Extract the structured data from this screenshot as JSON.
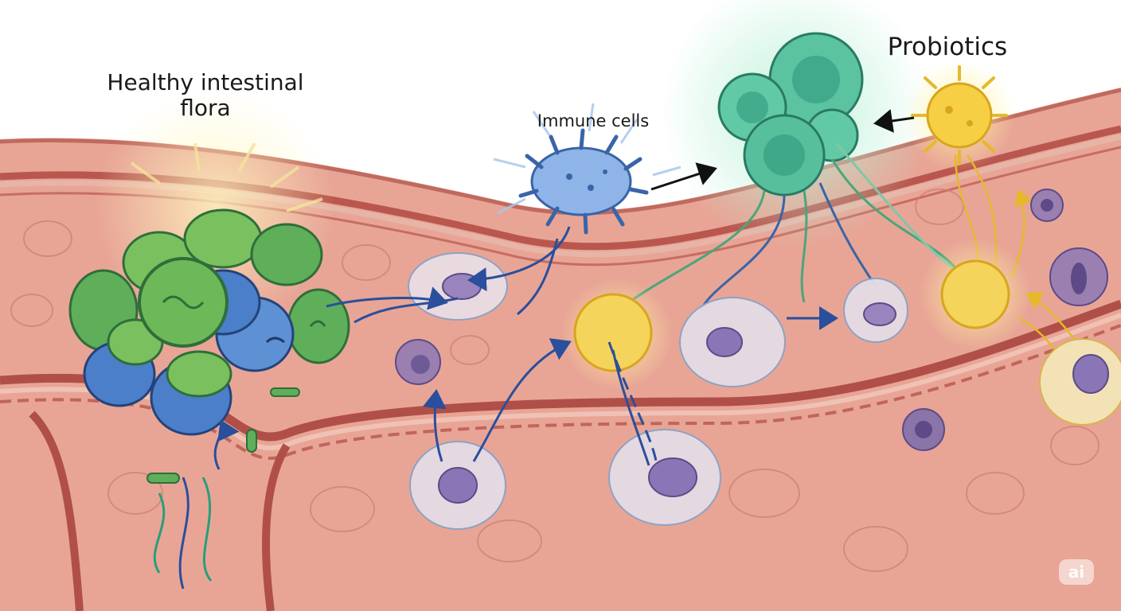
{
  "labels": {
    "flora_line1": "Healthy intestinal",
    "flora_line2": "flora",
    "immune": "Immune cells",
    "probiotics": "Probiotics"
  },
  "watermark": "ai",
  "colors": {
    "tissue": "#e49a8c",
    "tissue_dark": "#b95b52",
    "bacteria_green": "#6fbf5a",
    "bacteria_blue": "#4c7fc9",
    "immune_cell_blue": "#7aa5e0",
    "probiotic_teal": "#3fae8e",
    "probiotic_yellow": "#f2c232",
    "arrow_blue": "#2a4f9c"
  },
  "icons": {
    "flora": "bacteria-cluster-icon",
    "immune": "dendritic-cell-icon",
    "probiotics_cluster": "probiotic-cluster-icon",
    "probiotic_single": "yellow-bacterium-icon"
  }
}
